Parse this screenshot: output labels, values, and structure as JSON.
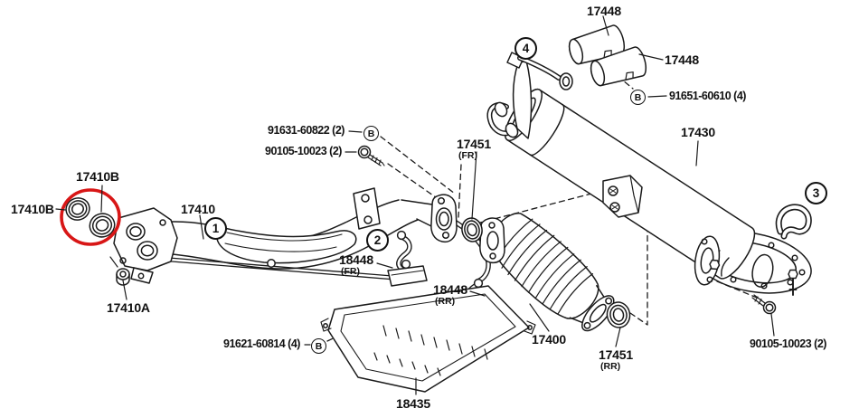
{
  "colors": {
    "ink": "#1a1a1a",
    "highlight_circle": "#d81616",
    "background": "#ffffff"
  },
  "callouts": {
    "letter_b": "B",
    "step_1": "1",
    "step_2": "2",
    "step_3": "3",
    "step_4": "4"
  },
  "part_labels": {
    "clamp_upper": "17448",
    "clamp_lower": "17448",
    "muffler": "17430",
    "front_pipe": "17410",
    "front_pipe_stud": "17410A",
    "manifold_gasket_upper": "17410B",
    "manifold_gasket_lower": "17410B",
    "gasket_front": "17451",
    "gasket_front_pos": "(FR)",
    "gasket_rear": "17451",
    "gasket_rear_pos": "(RR)",
    "bracket_front": "18448",
    "bracket_front_pos": "(FR)",
    "bracket_rear": "18448",
    "bracket_rear_pos": "(RR)",
    "catalytic_converter": "17400",
    "heat_insulator": "18435"
  },
  "hardware_labels": {
    "bolt_91631": "91631-60822 (2)",
    "bolt_90105_front": "90105-10023 (2)",
    "bolt_91651": "91651-60610 (4)",
    "bolt_91621": "91621-60814 (4)",
    "bolt_90105_rear": "90105-10023 (2)"
  }
}
